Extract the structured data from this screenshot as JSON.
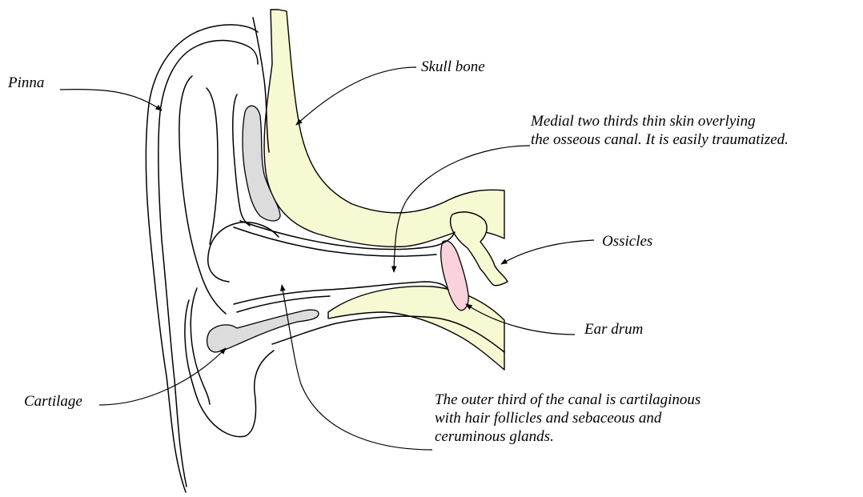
{
  "colors": {
    "bone": "#f7f9d2",
    "cartilage": "#dcdcdc",
    "ear_drum": "#f9d2dc",
    "outline": "#000000"
  },
  "labels": {
    "pinna": "Pinna",
    "skull_bone": "Skull bone",
    "medial": [
      "Medial two thirds thin skin overlying",
      "the osseous canal. It is easily traumatized."
    ],
    "ossicles": "Ossicles",
    "ear_drum": "Ear drum",
    "cartilage": "Cartilage",
    "outer_third": [
      "The outer third of the canal is cartilaginous",
      "with hair follicles and sebaceous and",
      "ceruminous glands."
    ]
  }
}
